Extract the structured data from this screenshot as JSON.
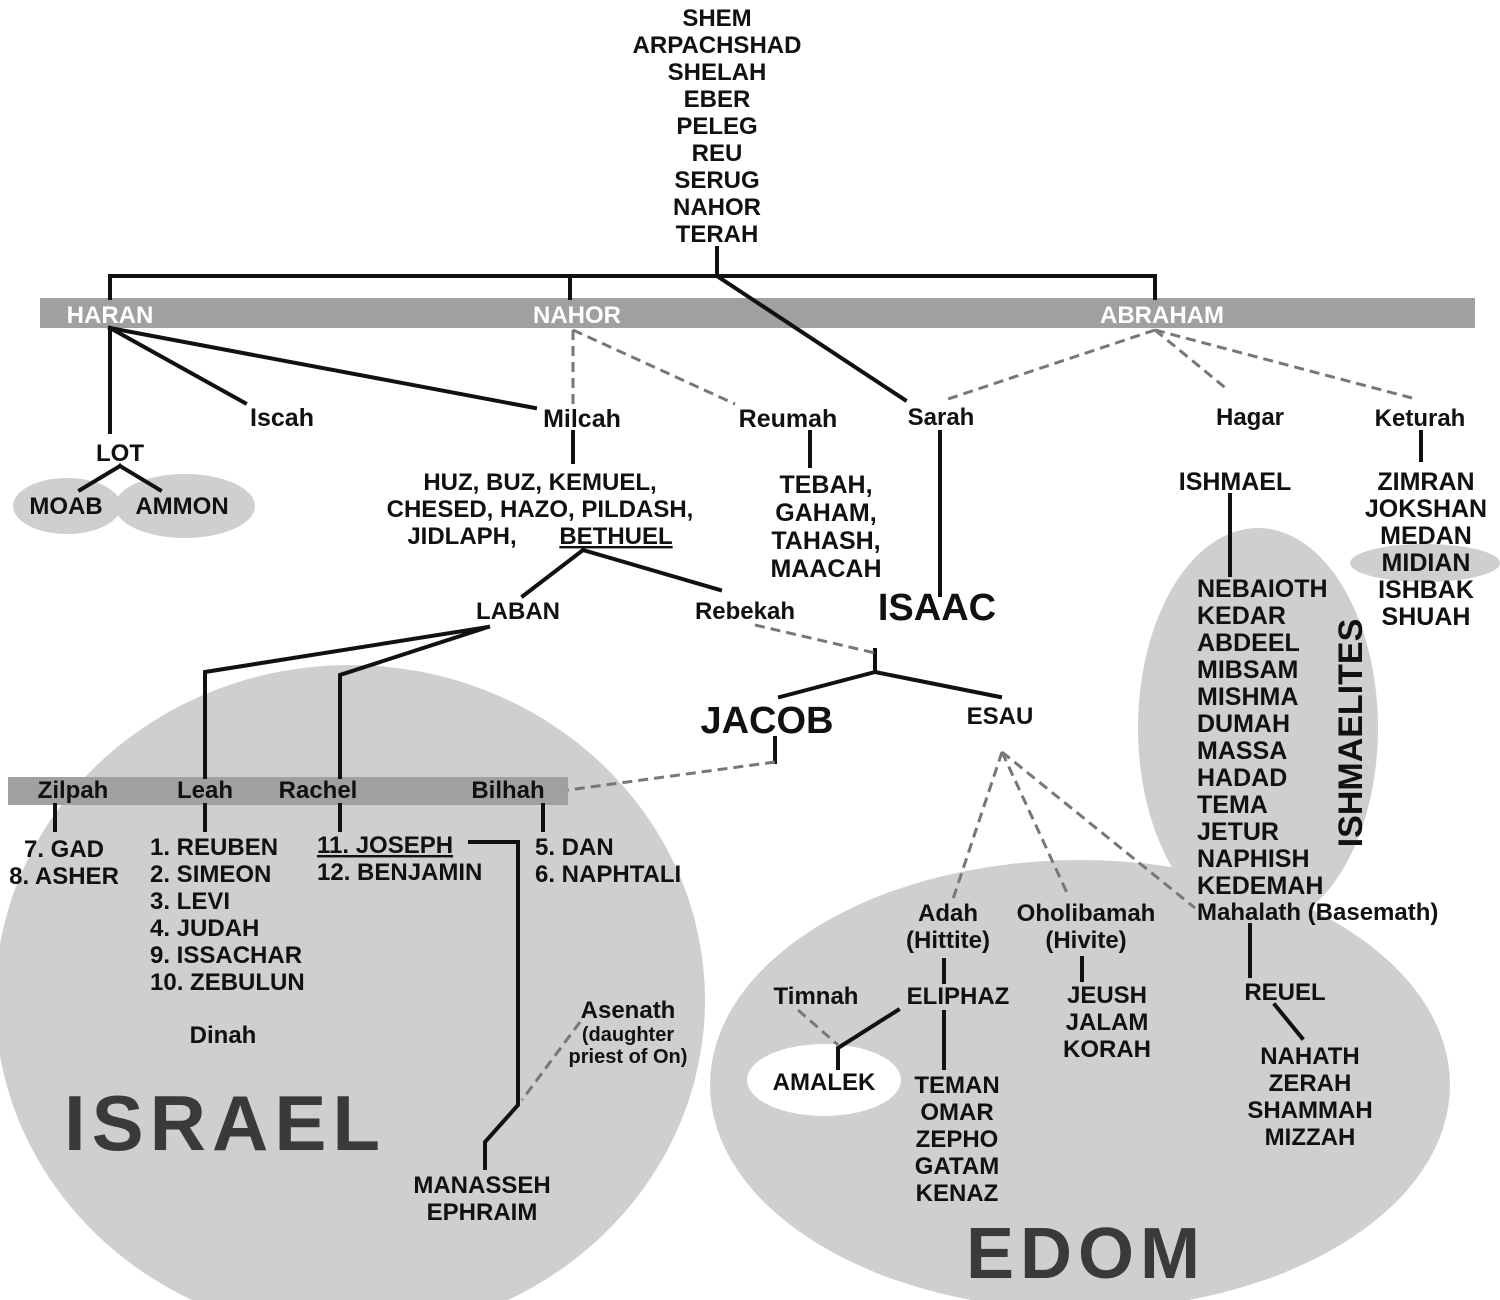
{
  "ancestors": [
    "SHEM",
    "ARPACHSHAD",
    "SHELAH",
    "EBER",
    "PELEG",
    "REU",
    "SERUG",
    "NAHOR",
    "TERAH"
  ],
  "bars": {
    "top": {
      "haran": "HARAN",
      "nahor": "NAHOR",
      "abraham": "ABRAHAM"
    },
    "jacob_wives": {
      "zilpah": "Zilpah",
      "leah": "Leah",
      "rachel": "Rachel",
      "bilhah": "Bilhah"
    }
  },
  "haran_line": {
    "iscah": "Iscah",
    "milcah": "Milcah",
    "lot": "LOT",
    "moab": "MOAB",
    "ammon": "AMMON"
  },
  "nahor_line": {
    "reumah": "Reumah",
    "milcah_sons": [
      "HUZ,   BUZ,   KEMUEL,",
      "CHESED,   HAZO,   PILDASH,",
      "JIDLAPH,"
    ],
    "bethuel": "BETHUEL",
    "reumah_sons": [
      "TEBAH,",
      "GAHAM,",
      "TAHASH,",
      "MAACAH"
    ],
    "laban": "LABAN",
    "rebekah": "Rebekah"
  },
  "abraham_line": {
    "sarah": "Sarah",
    "hagar": "Hagar",
    "keturah": "Keturah",
    "isaac": "ISAAC",
    "ishmael": "ISHMAEL",
    "keturah_sons": [
      "ZIMRAN",
      "JOKSHAN",
      "MEDAN",
      "MIDIAN",
      "ISHBAK",
      "SHUAH"
    ],
    "ishmael_sons": [
      "NEBAIOTH",
      "KEDAR",
      "ABDEEL",
      "MIBSAM",
      "MISHMA",
      "DUMAH",
      "MASSA",
      "HADAD",
      "TEMA",
      "JETUR",
      "NAPHISH",
      "KEDEMAH"
    ],
    "ishmaelites": "ISHMAELITES"
  },
  "jacob_line": {
    "jacob": "JACOB",
    "esau": "ESAU",
    "zilpah_sons": [
      "7. GAD",
      "8. ASHER"
    ],
    "leah_sons": [
      "1. REUBEN",
      "2. SIMEON",
      "3. LEVI",
      "4. JUDAH",
      "9. ISSACHAR",
      "10. ZEBULUN"
    ],
    "rachel_joseph": "11. JOSEPH",
    "rachel_benjamin": "12. BENJAMIN",
    "bilhah_sons": [
      "5. DAN",
      "6. NAPHTALI"
    ],
    "dinah": "Dinah",
    "asenath": [
      "Asenath",
      "(daughter",
      "priest of On)"
    ],
    "joseph_sons": [
      "MANASSEH",
      "EPHRAIM"
    ],
    "region": "ISRAEL"
  },
  "esau_line": {
    "adah": [
      "Adah",
      "(Hittite)"
    ],
    "oholibamah": [
      "Oholibamah",
      "(Hivite)"
    ],
    "mahalath": "Mahalath (Basemath)",
    "timnah": "Timnah",
    "eliphaz": "ELIPHAZ",
    "amalek": "AMALEK",
    "eliphaz_sons": [
      "TEMAN",
      "OMAR",
      "ZEPHO",
      "GATAM",
      "KENAZ"
    ],
    "oholibamah_sons": [
      "JEUSH",
      "JALAM",
      "KORAH"
    ],
    "reuel": "REUEL",
    "reuel_sons": [
      "NAHATH",
      "ZERAH",
      "SHAMMAH",
      "MIZZAH"
    ],
    "region": "EDOM"
  }
}
